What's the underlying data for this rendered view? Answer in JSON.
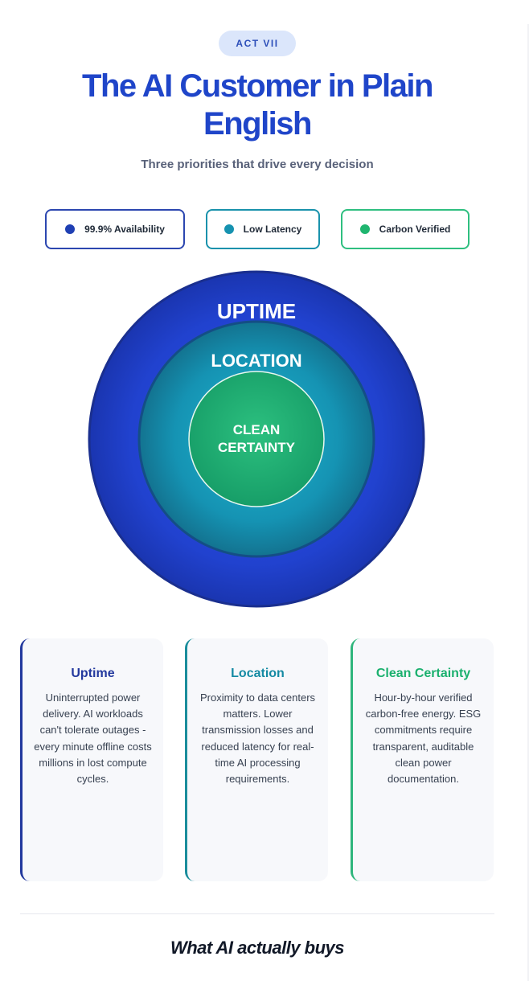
{
  "header": {
    "act_label": "ACT VII",
    "title": "The AI Customer in Plain English",
    "subtitle": "Three priorities that drive every decision"
  },
  "chips": [
    {
      "label": "99.9% Availability",
      "color": "#1f3fb3"
    },
    {
      "label": "Low Latency",
      "color": "#1692b0"
    },
    {
      "label": "Carbon Verified",
      "color": "#1fb56f"
    }
  ],
  "rings": {
    "outer_label": "UPTIME",
    "middle_label": "LOCATION",
    "inner_label_line1": "CLEAN",
    "inner_label_line2": "CERTAINTY",
    "colors": {
      "outer": "#2244d0",
      "middle": "#1796b4",
      "inner": "#1fa770"
    }
  },
  "cards": [
    {
      "title": "Uptime",
      "body": "Uninterrupted power delivery. AI workloads can't tolerate outages - every minute offline costs millions in lost compute cycles."
    },
    {
      "title": "Location",
      "body": "Proximity to data centers matters. Lower transmission losses and reduced latency for real-time AI processing requirements."
    },
    {
      "title": "Clean Certainty",
      "body": "Hour-by-hour verified carbon-free energy. ESG commitments require transparent, auditable clean power documentation."
    }
  ],
  "footer": {
    "heading": "What AI actually buys"
  }
}
